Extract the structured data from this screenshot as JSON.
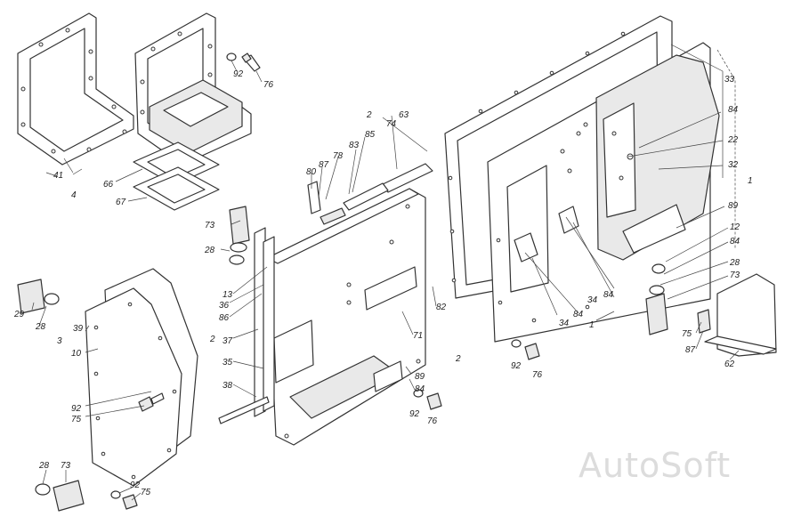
{
  "watermark": "AutoSoft",
  "labels": {
    "l92a": "92",
    "l76a": "76",
    "l41": "41",
    "l66": "66",
    "l4": "4",
    "l67": "67",
    "l33": "33",
    "l84a": "84",
    "l22": "22",
    "l32": "32",
    "l1a": "1",
    "l2a": "2",
    "l63": "63",
    "l74": "74",
    "l85": "85",
    "l83": "83",
    "l78": "78",
    "l87a": "87",
    "l80": "80",
    "l73a": "73",
    "l28a": "28",
    "l13": "13",
    "l36": "36",
    "l86": "86",
    "l2b": "2",
    "l37": "37",
    "l35": "35",
    "l38": "38",
    "l82": "82",
    "l71": "71",
    "l2c": "2",
    "l89a": "89",
    "l84b": "84",
    "l92b": "92",
    "l76b": "76",
    "l29": "29",
    "l28b": "28",
    "l39": "39",
    "l3": "3",
    "l10": "10",
    "l92c": "92",
    "l75a": "75",
    "l28c": "28",
    "l73b": "73",
    "l92d": "92",
    "l75b": "75",
    "l92e": "92",
    "l76c": "76",
    "l34a": "34",
    "l84c": "84",
    "l34b": "34",
    "l84d": "84",
    "l1b": "1",
    "l89b": "89",
    "l12": "12",
    "l84e": "84",
    "l28d": "28",
    "l73c": "73",
    "l75c": "75",
    "l87b": "87",
    "l62": "62"
  }
}
